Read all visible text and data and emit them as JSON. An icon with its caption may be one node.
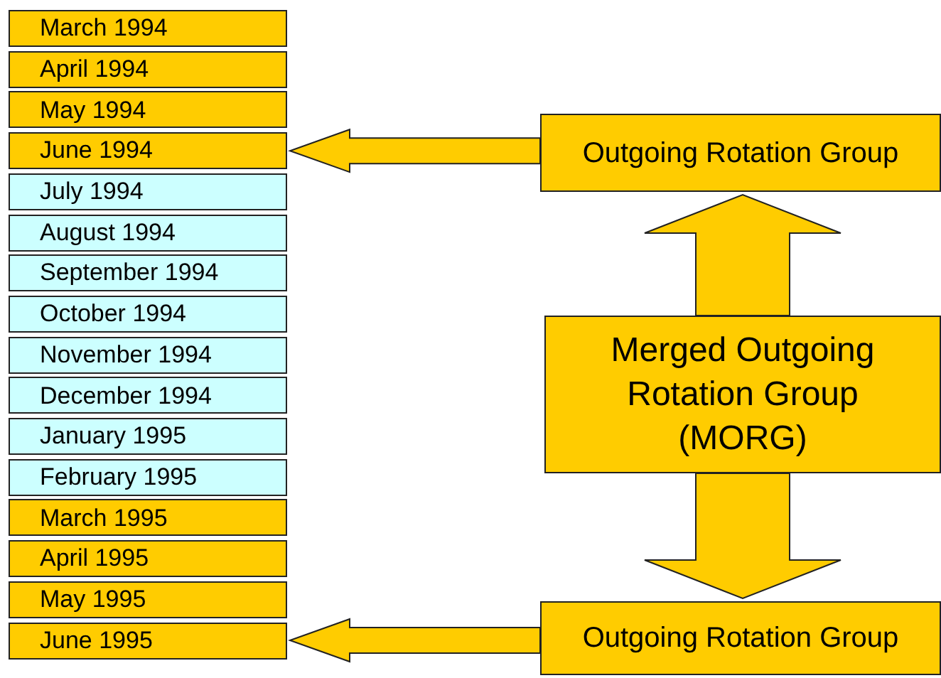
{
  "diagram": {
    "nodes": [
      {
        "text": [
          "March 1994"
        ]
      },
      {
        "text": [
          "April 1994"
        ]
      },
      {
        "text": [
          "May 1994"
        ]
      },
      {
        "text": [
          "June 1994"
        ]
      },
      {
        "text": [
          "July 1994"
        ]
      },
      {
        "text": [
          "August 1994"
        ]
      },
      {
        "text": [
          "September 1994"
        ]
      },
      {
        "text": [
          "October 1994"
        ]
      },
      {
        "text": [
          "November 1994"
        ]
      },
      {
        "text": [
          "December 1994"
        ]
      },
      {
        "text": [
          "January 1995"
        ]
      },
      {
        "text": [
          "February 1995"
        ]
      },
      {
        "text": [
          "March 1995"
        ]
      },
      {
        "text": [
          "April 1995"
        ]
      },
      {
        "text": [
          "May 1995"
        ]
      },
      {
        "text": [
          "June 1995"
        ]
      },
      {
        "text": [
          "Outgoing Rotation Group"
        ]
      },
      {
        "text": [
          "Merged Outgoing Rotation Group (MORG)"
        ]
      },
      {
        "text": [
          "Outgoing Rotation Group"
        ]
      }
    ],
    "edges": [
      {
        "from": 16,
        "to": 3,
        "arrow": "to"
      },
      {
        "from": 17,
        "to": 16,
        "arrow": "to"
      },
      {
        "from": 17,
        "to": 18,
        "arrow": "to"
      },
      {
        "from": 18,
        "to": 15,
        "arrow": "to"
      }
    ]
  }
}
